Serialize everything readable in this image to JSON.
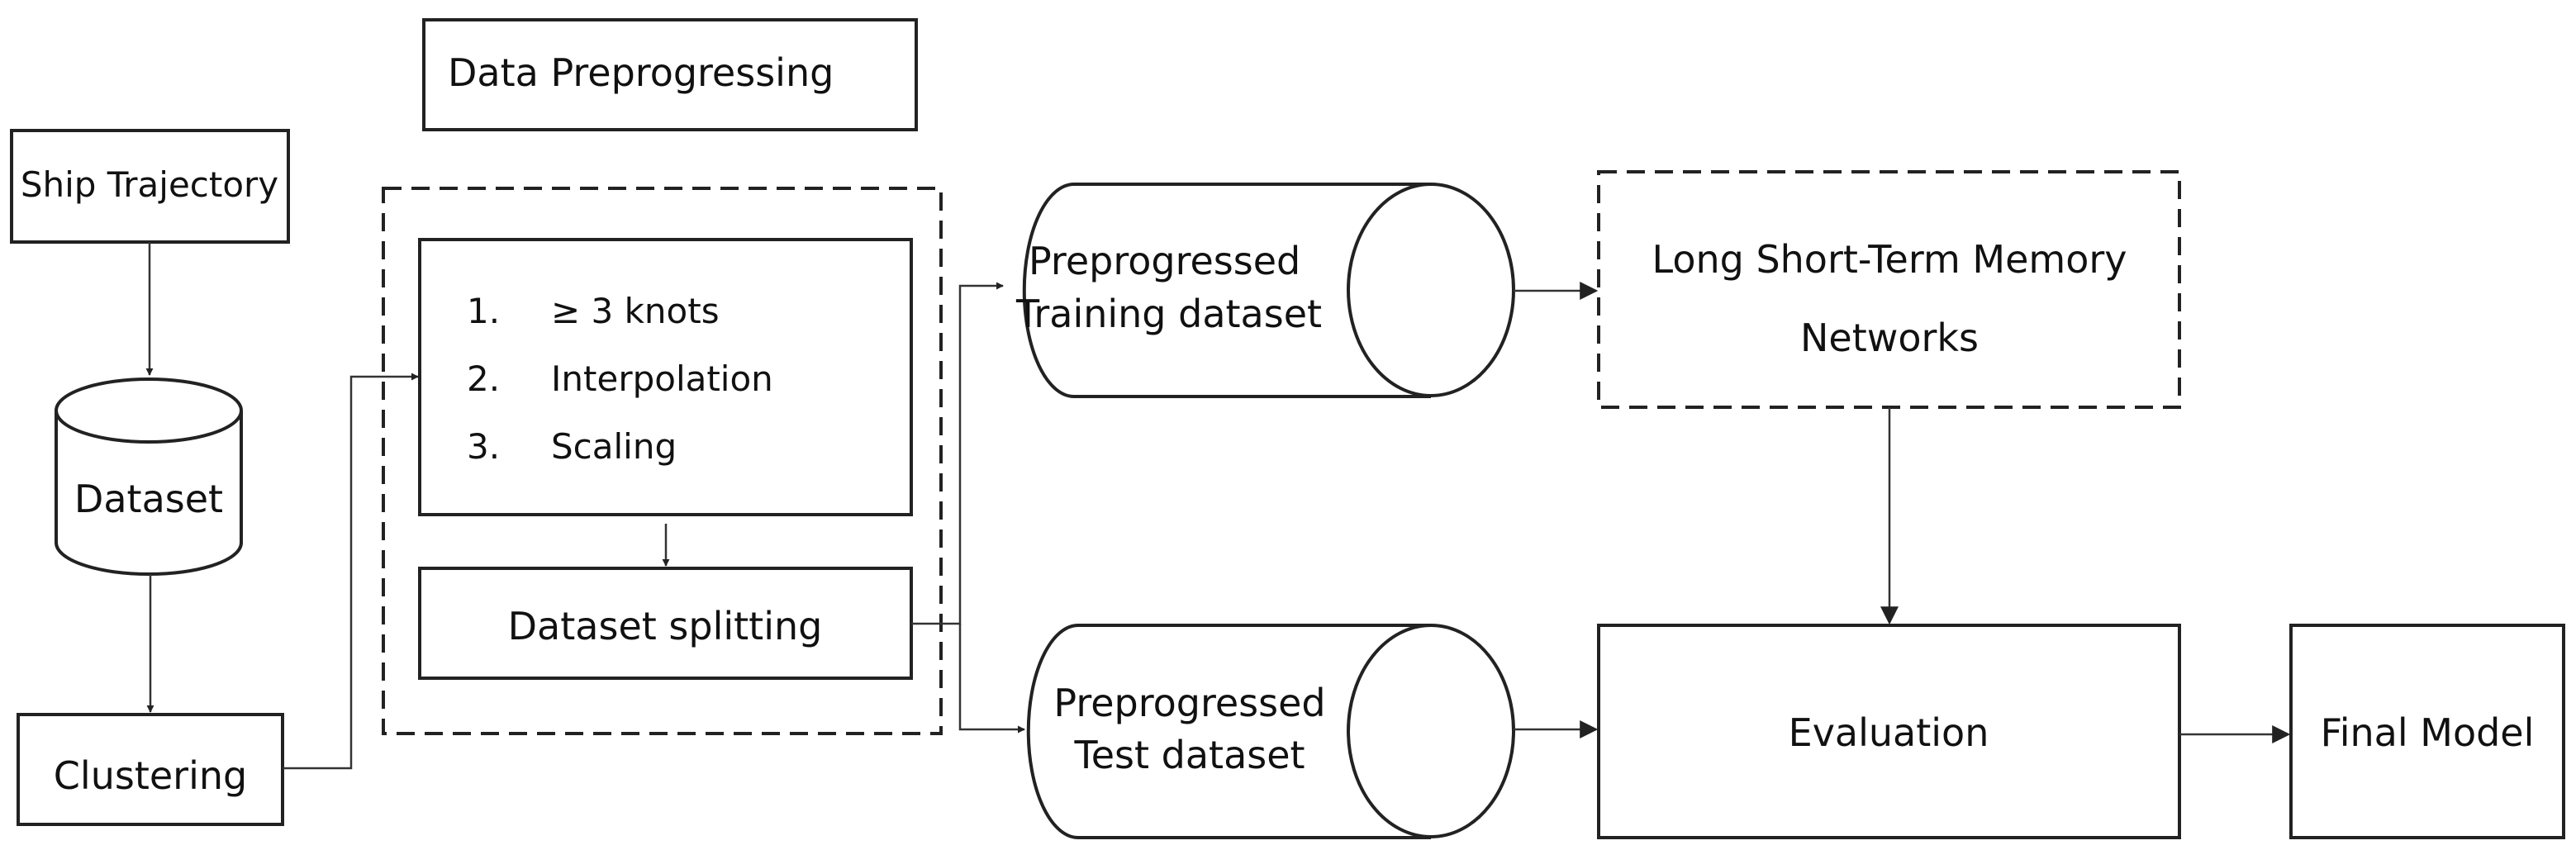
{
  "title_box": "Data Preprogressing",
  "ship_trajectory": "Ship Trajectory",
  "dataset": "Dataset",
  "clustering": "Clustering",
  "steps": [
    {
      "num": "1.",
      "label": "≥ 3 knots"
    },
    {
      "num": "2.",
      "label": "Interpolation"
    },
    {
      "num": "3.",
      "label": "Scaling"
    }
  ],
  "dataset_splitting": "Dataset splitting",
  "training_dataset": {
    "line1": "Preprogressed",
    "line2": "Training dataset"
  },
  "test_dataset": {
    "line1": "Preprogressed",
    "line2": "Test dataset"
  },
  "lstm": {
    "line1": "Long Short-Term Memory",
    "line2": "Networks"
  },
  "evaluation": "Evaluation",
  "final_model": "Final Model"
}
